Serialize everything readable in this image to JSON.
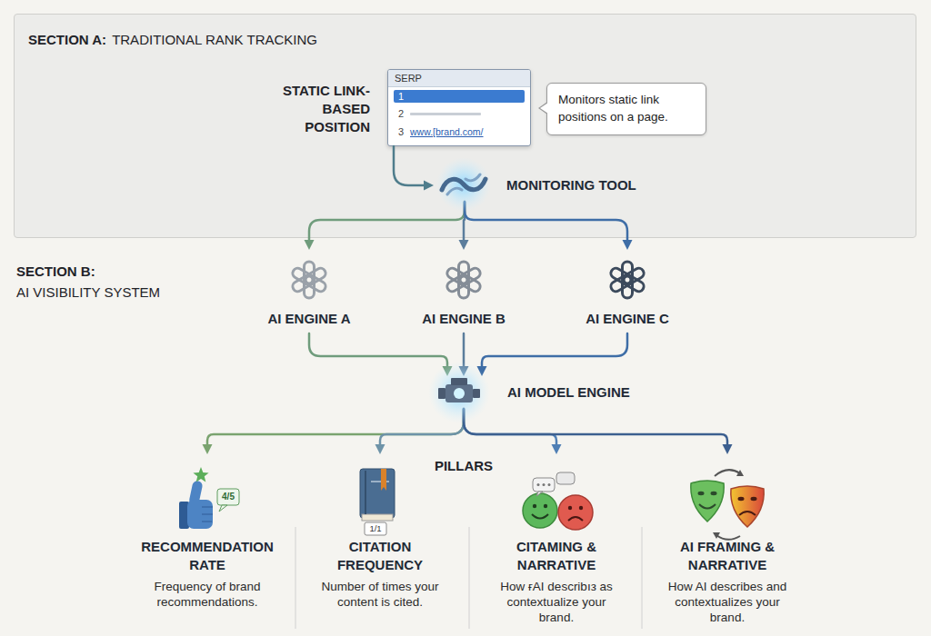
{
  "diagram": {
    "nodes": [
      {
        "text": [
          "SECTION A:",
          "TRADITIONAL RANK TRACKING"
        ]
      },
      {
        "text": [
          "SERP",
          "1",
          "2",
          "3",
          "www.[brand.com/"
        ],
        "in": 0
      },
      {
        "text": [
          "Monitors static link positions on a page."
        ],
        "in": 0
      },
      {
        "text": [
          "MONITORING TOOL"
        ],
        "in": 0
      },
      {
        "text": [
          "AI ENGINE A"
        ]
      },
      {
        "text": [
          "AI ENGINE B"
        ]
      },
      {
        "text": [
          "AI ENGINE C"
        ]
      },
      {
        "text": [
          "AI MODEL ENGINE"
        ]
      },
      {
        "text": [
          "RECOMMENDATION RATE",
          "Frequency of brand recommendations."
        ]
      },
      {
        "text": [
          "CITATION FREQUENCY",
          "Number of times your content is cited."
        ]
      },
      {
        "text": [
          "CITAMING & NARRATIVE",
          "How ғAI describıз as contextualize your brand."
        ]
      },
      {
        "text": [
          "AI FRAMING & NARRATIVE",
          "How AI describes and contextualizes your brand."
        ]
      }
    ],
    "edges": [
      {
        "from": 1,
        "to": 3,
        "arrow": "to"
      },
      {
        "from": 3,
        "to": 4,
        "arrow": "to"
      },
      {
        "from": 3,
        "to": 5,
        "arrow": "to"
      },
      {
        "from": 3,
        "to": 6,
        "arrow": "to"
      },
      {
        "from": 4,
        "to": 7,
        "arrow": "to"
      },
      {
        "from": 5,
        "to": 7,
        "arrow": "to"
      },
      {
        "from": 6,
        "to": 7,
        "arrow": "to"
      },
      {
        "from": 7,
        "to": 8,
        "arrow": "to"
      },
      {
        "from": 7,
        "to": 9,
        "arrow": "to"
      },
      {
        "from": 7,
        "to": 10,
        "arrow": "to"
      },
      {
        "from": 7,
        "to": 11,
        "arrow": "to"
      }
    ],
    "labels": [
      "STATIC LINK-BASED POSITION",
      "SECTION B:",
      "AI VISIBILITY SYSTEM",
      "PILLARS",
      "4/5",
      "1/1"
    ]
  }
}
